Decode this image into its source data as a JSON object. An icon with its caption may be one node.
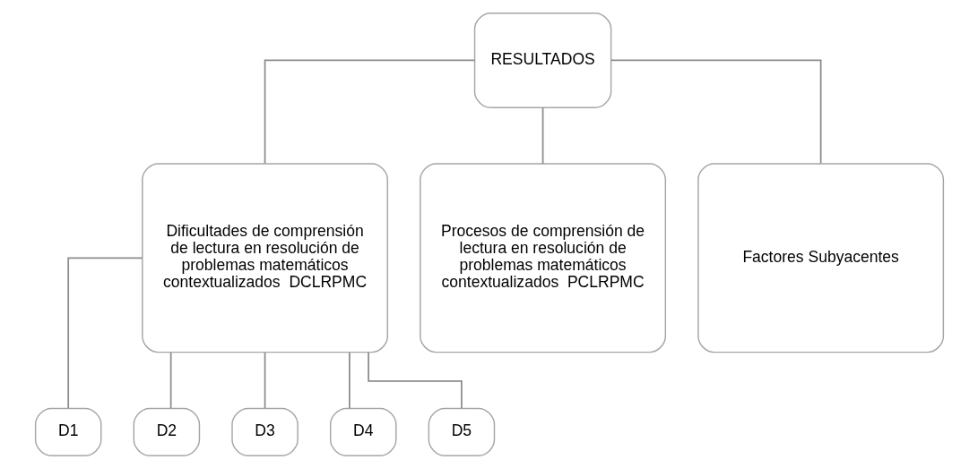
{
  "diagram": {
    "nodes": [
      {
        "text": [
          "RESULTADOS"
        ]
      },
      {
        "text": [
          "Dificultades de comprensión de lectura en resolución de problemas matemáticos contextualizados  DCLRPMC"
        ]
      },
      {
        "text": [
          "Procesos de comprensión de lectura en resolución de problemas matemáticos contextualizados  PCLRPMC"
        ]
      },
      {
        "text": [
          "Factores Subyacentes"
        ]
      },
      {
        "text": [
          "D1"
        ]
      },
      {
        "text": [
          "D2"
        ]
      },
      {
        "text": [
          "D3"
        ]
      },
      {
        "text": [
          "D4"
        ]
      },
      {
        "text": [
          "D5"
        ]
      }
    ],
    "edges": [
      {
        "from": 0,
        "to": 1,
        "arrow": "none"
      },
      {
        "from": 0,
        "to": 2,
        "arrow": "none"
      },
      {
        "from": 0,
        "to": 3,
        "arrow": "none"
      },
      {
        "from": 1,
        "to": 4,
        "arrow": "none"
      },
      {
        "from": 1,
        "to": 5,
        "arrow": "none"
      },
      {
        "from": 1,
        "to": 6,
        "arrow": "none"
      },
      {
        "from": 1,
        "to": 7,
        "arrow": "none"
      },
      {
        "from": 1,
        "to": 8,
        "arrow": "none"
      }
    ]
  }
}
